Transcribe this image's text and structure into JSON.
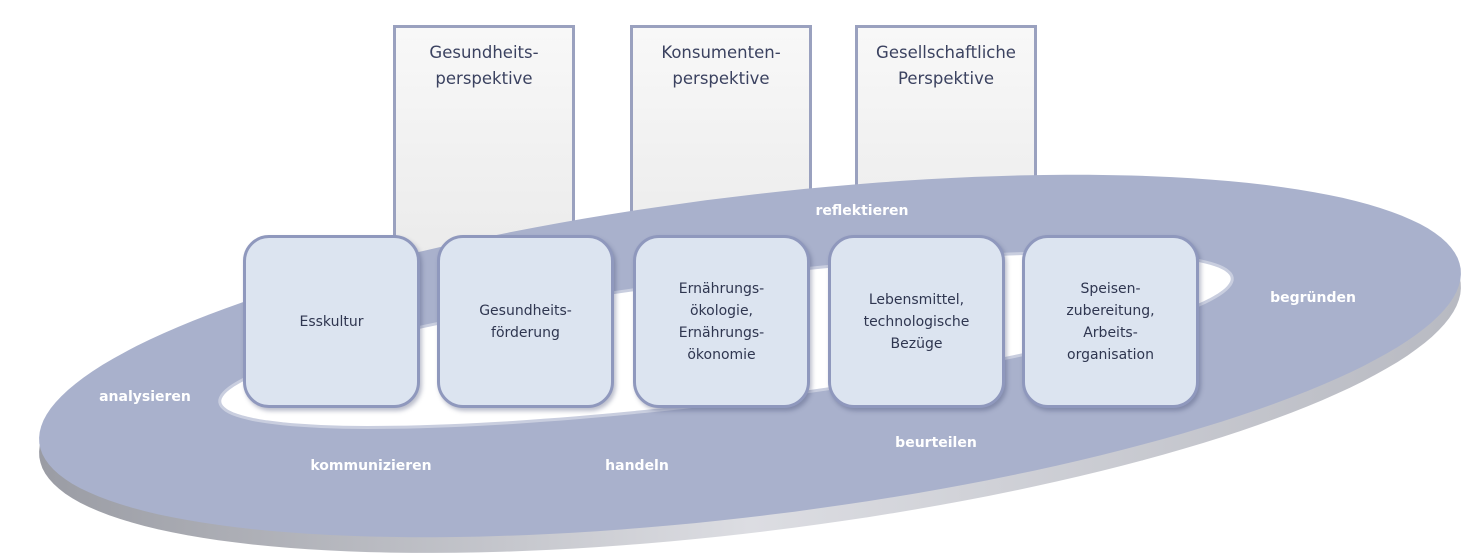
{
  "perspectives": [
    {
      "label": "Gesundheits-\nperspektive"
    },
    {
      "label": "Konsumenten-\nperspektive"
    },
    {
      "label": "Gesellschaftliche\nPerspektive"
    }
  ],
  "fields": [
    {
      "label": "Esskultur"
    },
    {
      "label": "Gesundheits-\nförderung"
    },
    {
      "label": "Ernährungs-\nökologie,\nErnährungs-\nökonomie"
    },
    {
      "label": "Lebensmittel,\ntechnologische\nBezüge"
    },
    {
      "label": "Speisen-\nzubereitung,\nArbeits-\norganisation"
    }
  ],
  "competences": {
    "reflektieren": "reflektieren",
    "begruenden": "begründen",
    "analysieren": "analysieren",
    "kommunizieren": "kommunizieren",
    "handeln": "handeln",
    "beurteilen": "beurteilen"
  },
  "colors": {
    "disc": "#a9b1cc",
    "box_fill": "#dce4f0",
    "box_border": "#8f98bd"
  }
}
